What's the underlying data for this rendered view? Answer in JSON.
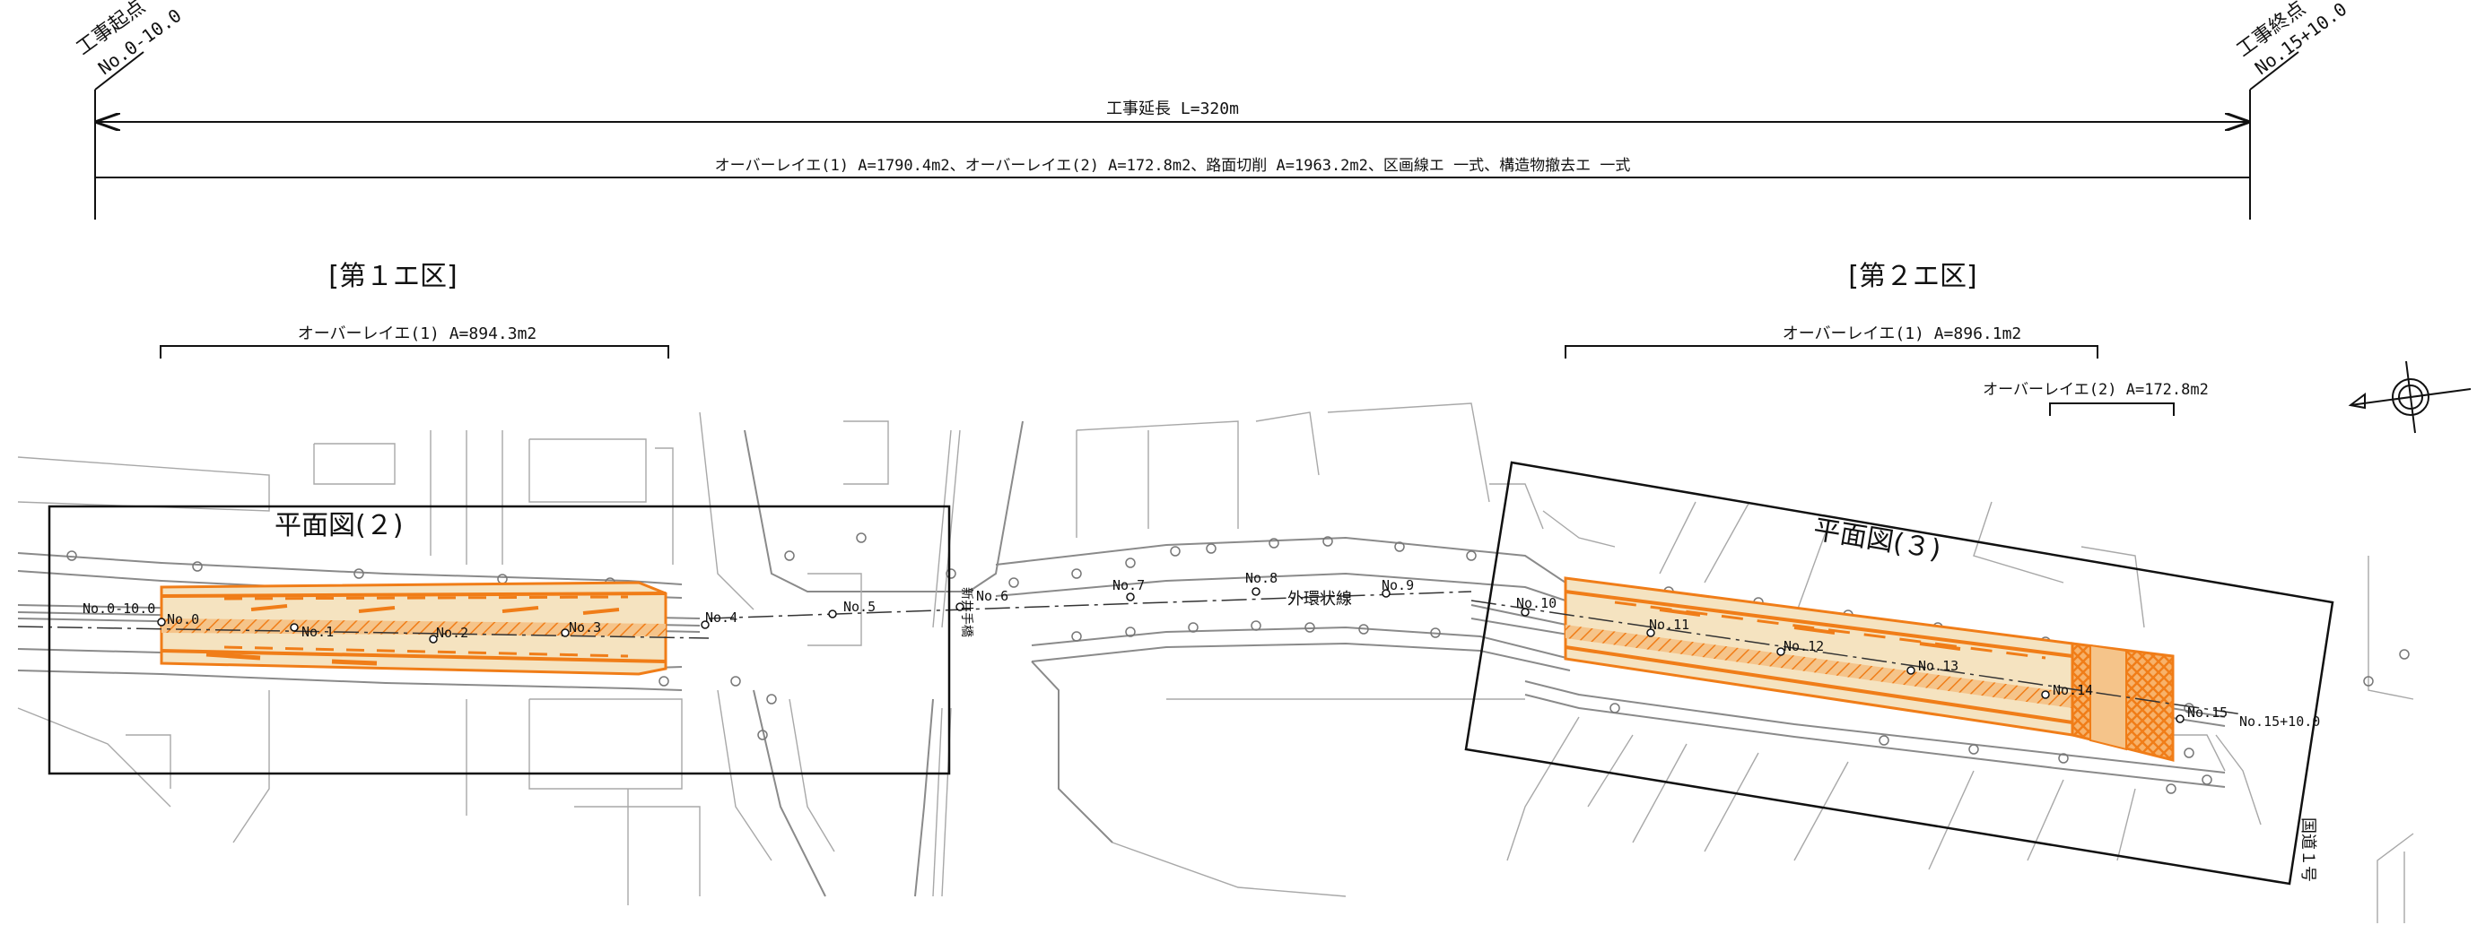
{
  "header": {
    "start_point": {
      "label": "工事起点",
      "station": "No.0-10.0"
    },
    "end_point": {
      "label": "工事終点",
      "station": "No.15+10.0"
    },
    "total_length": "工事延長 L=320m",
    "work_summary": "オーバーレイエ(1) A=1790.4m2、オーバーレイエ(2) A=172.8m2、路面切削 A=1963.2m2、区画線エ 一式、構造物撤去エ 一式"
  },
  "sections": {
    "section1": {
      "title": "[第１エ区]",
      "overlay1": "オーバーレイエ(1) A=894.3m2",
      "plan_label": "平面図(２)"
    },
    "section2": {
      "title": "[第２エ区]",
      "overlay1": "オーバーレイエ(1) A=896.1m2",
      "overlay2": "オーバーレイエ(2) A=172.8m2",
      "plan_label": "平面図(３)"
    }
  },
  "road": {
    "ring_road": "外環状線",
    "national_route": "国道１号",
    "cross_street": "新井手橋"
  },
  "stations": [
    "No.0-10.0",
    "No.0",
    "No.1",
    "No.2",
    "No.3",
    "No.4",
    "No.5",
    "No.6",
    "No.7",
    "No.8",
    "No.9",
    "No.10",
    "No.11",
    "No.12",
    "No.13",
    "No.14",
    "No.15",
    "No.15+10.0"
  ],
  "icons": [
    "north-arrow-icon"
  ],
  "colors": {
    "overlay_fill": "#f5e3c0",
    "overlay_edge": "#f07d18",
    "line": "#111111",
    "base_map": "#8a8a8a"
  }
}
